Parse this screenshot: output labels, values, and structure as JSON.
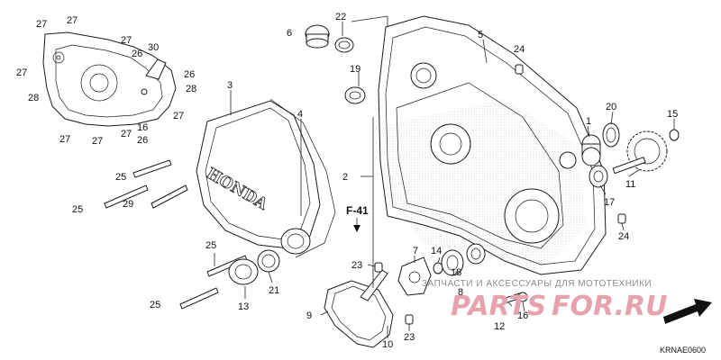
{
  "diagram": {
    "catalog_code": "KRNAE0600",
    "reference_label": "F-41",
    "brand_text": "HONDA",
    "direction_label": "FR.",
    "watermark": {
      "subtitle": "ЗАПЧАСТИ И АКСЕССУАРЫ ДЛЯ МОТОТЕХНИКИ",
      "brand_left": "PARTS",
      "brand_right": "FOR.RU",
      "accent_color": "#e6a3ae"
    },
    "callouts": [
      "27",
      "27",
      "27",
      "27",
      "26",
      "30",
      "26",
      "28",
      "28",
      "27",
      "27",
      "27",
      "16",
      "26",
      "27",
      "3",
      "4",
      "25",
      "25",
      "29",
      "25",
      "13",
      "21",
      "25",
      "6",
      "22",
      "19",
      "5",
      "24",
      "1",
      "20",
      "15",
      "2",
      "17",
      "11",
      "24",
      "7",
      "14",
      "18",
      "8",
      "23",
      "23",
      "9",
      "10",
      "12",
      "16"
    ]
  }
}
